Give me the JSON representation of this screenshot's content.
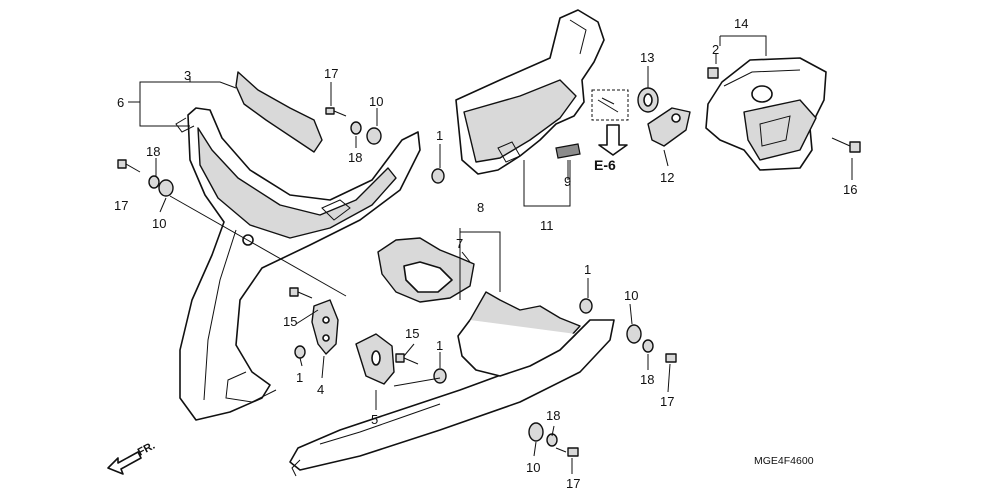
{
  "labels": {
    "p1a": "1",
    "p1b": "1",
    "p1c": "1",
    "p1d": "1",
    "p2": "2",
    "p3": "3",
    "p4": "4",
    "p5": "5",
    "p6": "6",
    "p8": "8",
    "p9": "9",
    "p10a": "10",
    "p10b": "10",
    "p10c": "10",
    "p10d": "10",
    "p11": "11",
    "p12": "12",
    "p13": "13",
    "p14": "14",
    "p15a": "15",
    "p15b": "15",
    "p16": "16",
    "p17a": "17",
    "p17b": "17",
    "p17c": "17",
    "p17d": "17",
    "p18a": "18",
    "p18b": "18",
    "p18c": "18",
    "p18d": "18",
    "p7": "7"
  },
  "reference": "E-6",
  "front_marker": "FR.",
  "diagram_code": "MGE4F4600"
}
